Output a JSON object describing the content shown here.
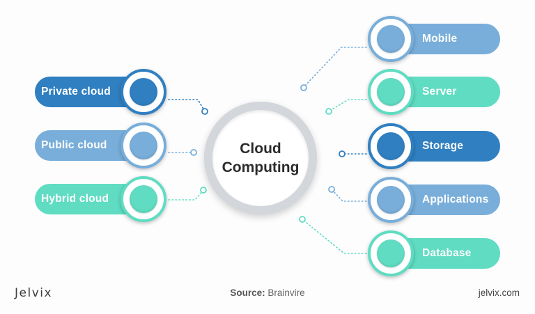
{
  "center_label": [
    "Cloud",
    "Computing"
  ],
  "left_items": [
    {
      "label": "Private cloud",
      "color": "#2f7fc1"
    },
    {
      "label": "Public cloud",
      "color": "#78aed9"
    },
    {
      "label": "Hybrid cloud",
      "color": "#5fdcc2"
    }
  ],
  "right_items": [
    {
      "label": "Mobile",
      "color": "#78aed9"
    },
    {
      "label": "Server",
      "color": "#5fdcc2"
    },
    {
      "label": "Storage",
      "color": "#2f7fc1"
    },
    {
      "label": "Applications",
      "color": "#78aed9"
    },
    {
      "label": "Database",
      "color": "#5fdcc2"
    }
  ],
  "footer": {
    "logo": "Jelvix",
    "source_label": "Source:",
    "source_value": "Brainvire",
    "url": "jelvix.com"
  }
}
